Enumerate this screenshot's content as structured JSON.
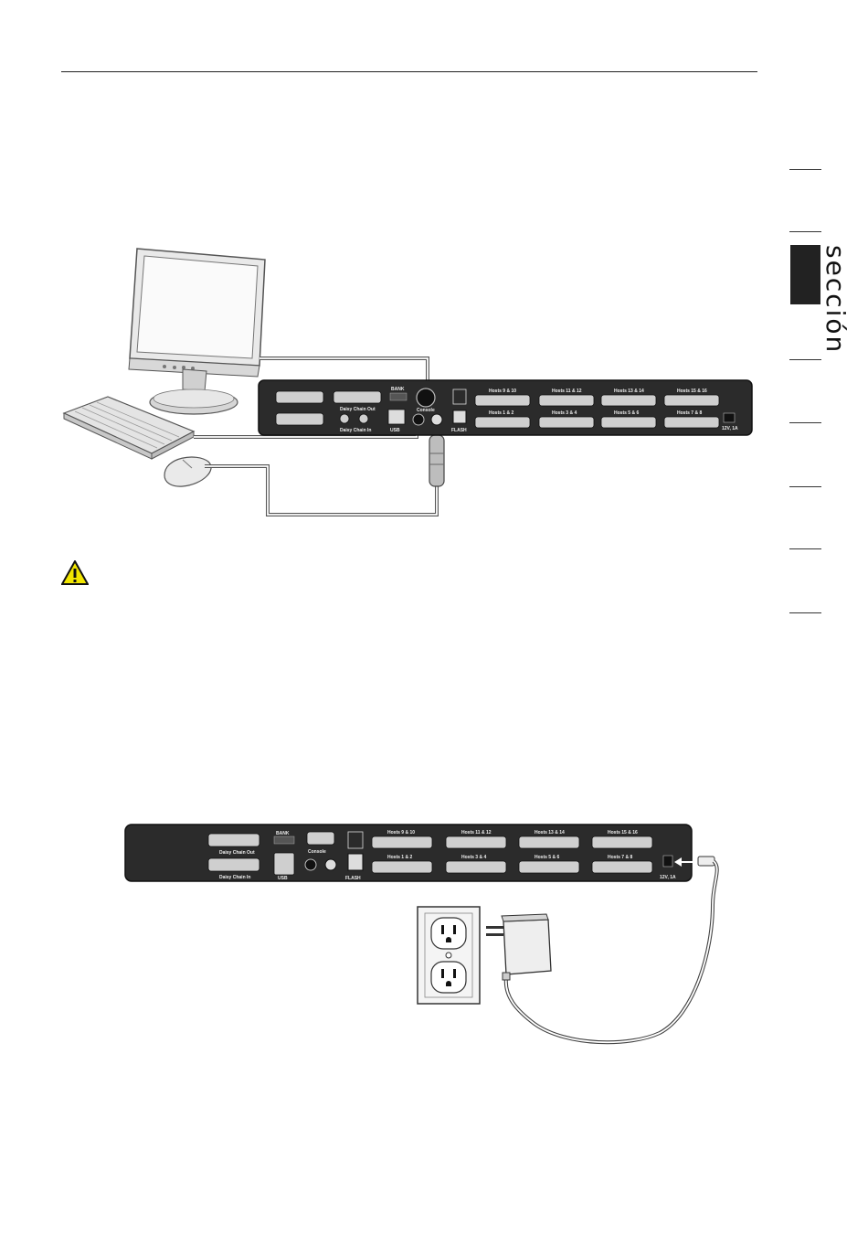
{
  "side_nav": {
    "section_label": "sección",
    "active_index": 2,
    "tab_count": 8
  },
  "figure1": {
    "kvm_labels": {
      "bank": "BANK",
      "daisy_out": "Daisy Chain Out",
      "daisy_in": "Daisy Chain In",
      "console": "Console",
      "usb": "USB",
      "flash": "FLASH",
      "power": "12V, 1A",
      "hosts_top": [
        "Hosts 9 & 10",
        "Hosts 11 & 12",
        "Hosts 13 & 14",
        "Hosts 15 & 16"
      ],
      "hosts_bottom": [
        "Hosts 1 & 2",
        "Hosts 3 & 4",
        "Hosts 5 & 6",
        "Hosts 7 & 8"
      ]
    }
  },
  "figure2": {
    "kvm_labels": {
      "bank": "BANK",
      "daisy_out": "Daisy Chain Out",
      "daisy_in": "Daisy Chain In",
      "console": "Console",
      "usb": "USB",
      "flash": "FLASH",
      "power": "12V, 1A",
      "hosts_top": [
        "Hosts 9 & 10",
        "Hosts 11 & 12",
        "Hosts 13 & 14",
        "Hosts 15 & 16"
      ],
      "hosts_bottom": [
        "Hosts 1 & 2",
        "Hosts 3 & 4",
        "Hosts 5 & 6",
        "Hosts 7 & 8"
      ]
    }
  },
  "colors": {
    "kvm_body": "#2b2b2b",
    "warning_fill": "#f2e600",
    "side_tab_active": "#222222"
  }
}
